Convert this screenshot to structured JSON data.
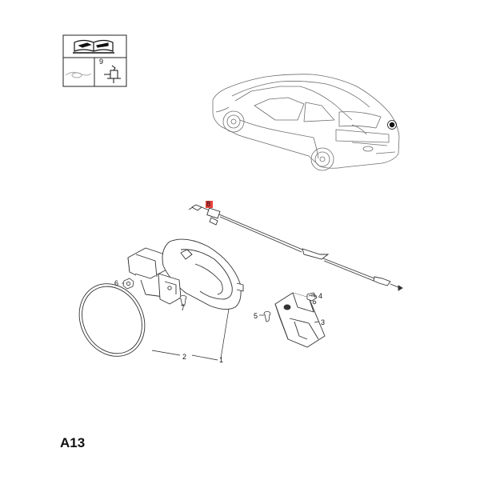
{
  "legend": {
    "icon": "repair-manual-icon",
    "entry_number": "9"
  },
  "callouts": {
    "c1": "1",
    "c2": "2",
    "c3": "3",
    "c4": "4",
    "c5": "5",
    "c6": "6",
    "c7": "7",
    "c8": "8"
  },
  "page_code": "A13",
  "colors": {
    "line": "#333333",
    "highlight": "#e8413c"
  }
}
